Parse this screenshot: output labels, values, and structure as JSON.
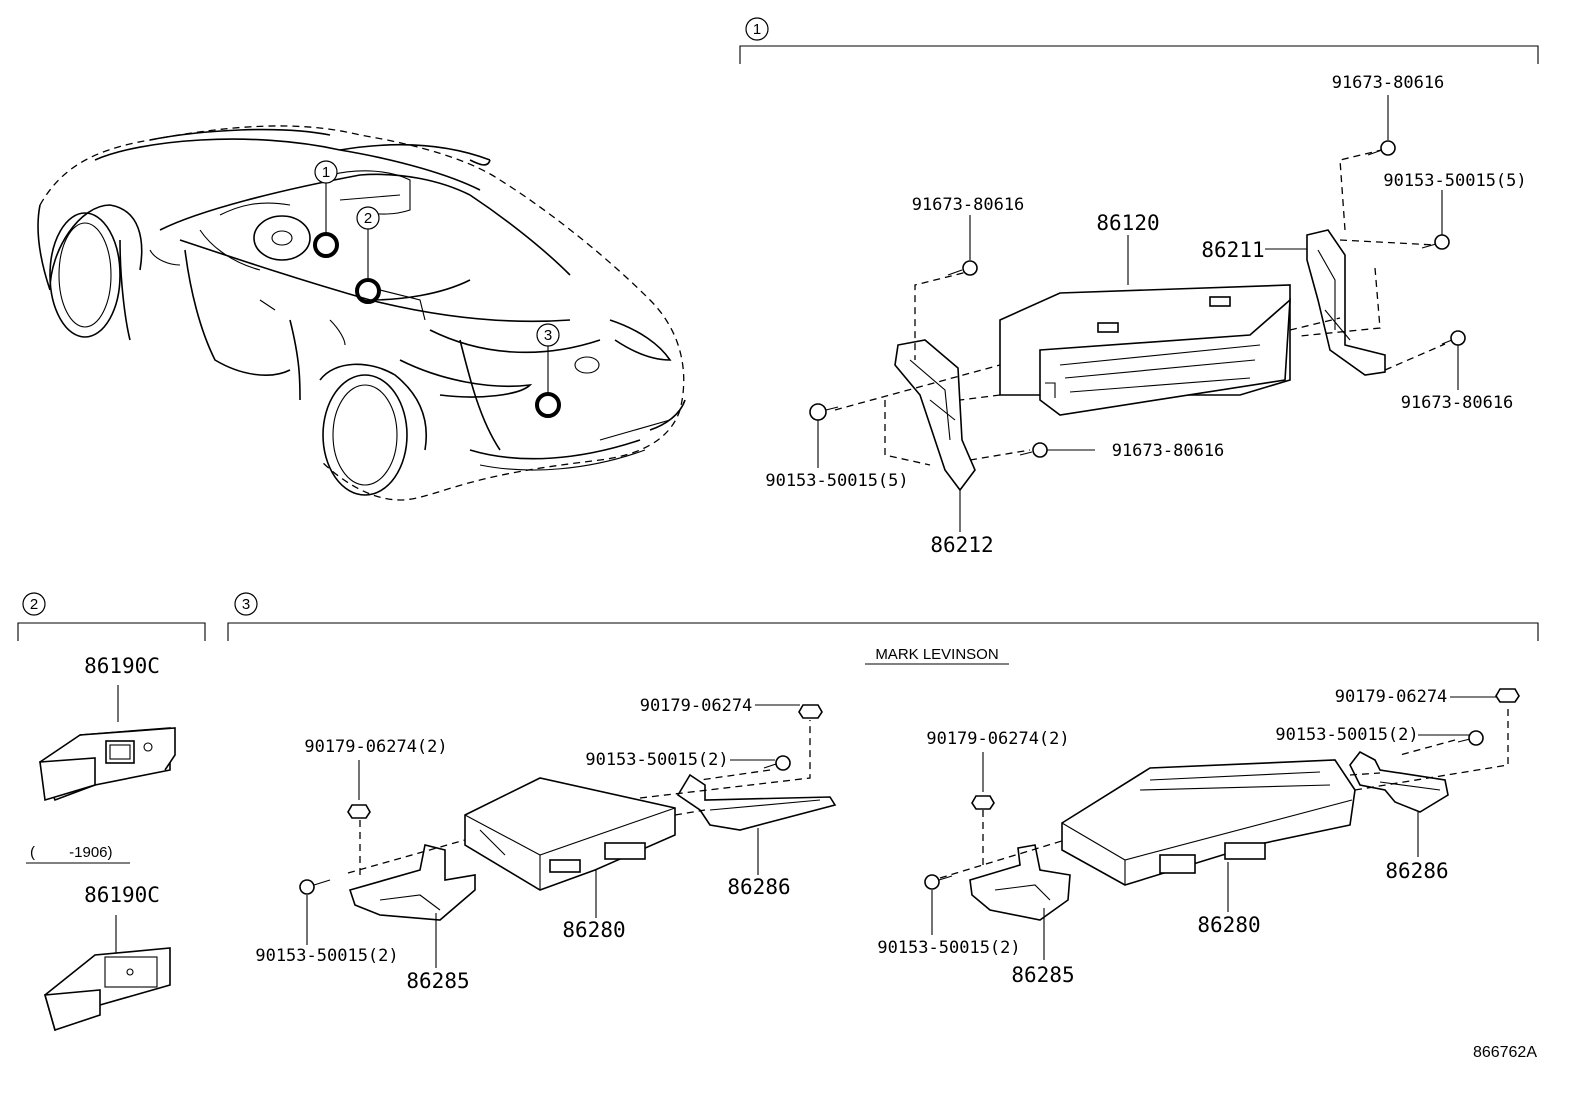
{
  "diagram_id": "866762A",
  "sections": {
    "s1": {
      "number": "1"
    },
    "s2": {
      "number": "2",
      "date_range": "(　　 -1906)"
    },
    "s3": {
      "number": "3",
      "subtitle": "MARK LEVINSON"
    }
  },
  "car_callouts": [
    "1",
    "2",
    "3"
  ],
  "parts": {
    "p86120": "86120",
    "p86211": "86211",
    "p86212": "86212",
    "p91673_a": "91673-80616",
    "p91673_b": "91673-80616",
    "p91673_c": "91673-80616",
    "p91673_d": "91673-80616",
    "p90153_a": "90153-50015(5)",
    "p90153_b": "90153-50015(5)",
    "p86190c_a": "86190C",
    "p86190c_b": "86190C",
    "l_90179_a": "90179-06274(2)",
    "l_90179_b": "90179-06274",
    "l_90153_c": "90153-50015(2)",
    "l_90153_d": "90153-50015(2)",
    "l_86280_a": "86280",
    "l_86285_a": "86285",
    "l_86286_a": "86286",
    "r_90179_a": "90179-06274(2)",
    "r_90179_b": "90179-06274",
    "r_90153_c": "90153-50015(2)",
    "r_90153_d": "90153-50015(2)",
    "r_86280": "86280",
    "r_86285": "86285",
    "r_86286": "86286"
  }
}
